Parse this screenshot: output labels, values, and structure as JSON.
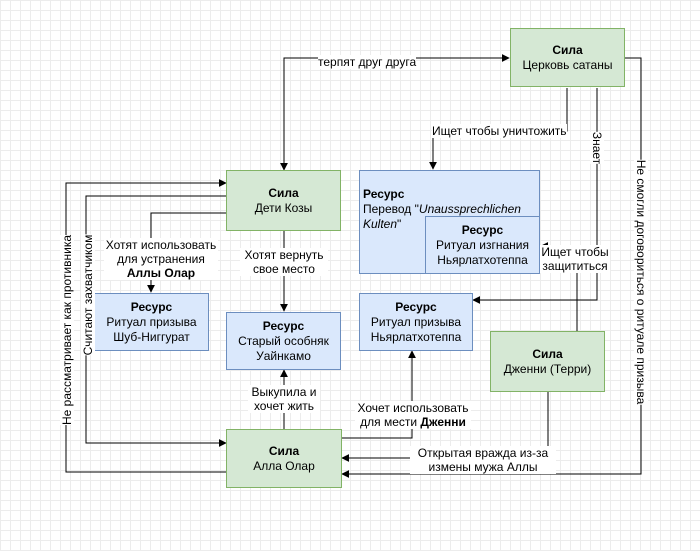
{
  "nodes": {
    "church": {
      "type": "Сила",
      "name": "Церковь сатаны"
    },
    "children": {
      "type": "Сила",
      "name": "Дети Козы"
    },
    "alla": {
      "type": "Сила",
      "name": "Алла Олар"
    },
    "jenny": {
      "type": "Сила",
      "name": "Дженни (Терри)"
    },
    "translation": {
      "type": "Ресурс",
      "name_prefix": "Перевод \"",
      "name_italic": "Unaussprechlichen Kulten",
      "name_suffix": "\""
    },
    "exile_ritual": {
      "type": "Ресурс",
      "line1": "Ритуал изгнания",
      "line2": "Ньярлатхотеппа"
    },
    "shub_ritual": {
      "type": "Ресурс",
      "line1": "Ритуал призыва",
      "line2": "Шуб-Ниггурат"
    },
    "mansion": {
      "type": "Ресурс",
      "line1": "Старый особняк",
      "line2": "Уайнкамо"
    },
    "nyar_ritual": {
      "type": "Ресурс",
      "line1": "Ритуал призыва",
      "line2": "Ньярлатхотеппа"
    }
  },
  "edge_labels": {
    "tolerate": "терпят друг друга",
    "destroy": "Ищет чтобы уничтожить",
    "knows": "Знает",
    "no_agree": "Не смогли договориться о ритуале призыва",
    "want_use_1": "Хотят использовать",
    "want_use_2": "для устранения",
    "want_use_3": "Аллы Олар",
    "want_return_1": "Хотят вернуть",
    "want_return_2": "свое место",
    "protect_1": "Ищет чтобы",
    "protect_2": "защититься",
    "bought_1": "Выкупила и",
    "bought_2": "хочет жить",
    "revenge_1": "Хочет использовать",
    "revenge_2": "для мести ",
    "revenge_3": "Дженни",
    "feud_1": "Открытая вражда из-за",
    "feud_2": "измены мужа Аллы",
    "opponent": "Не рассматривает как противника",
    "captors": "Считают захватчиком"
  }
}
